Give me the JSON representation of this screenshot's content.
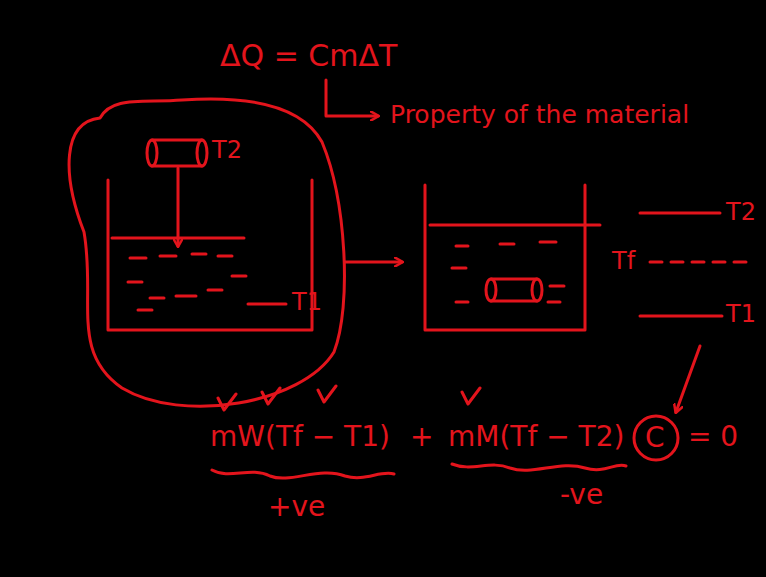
{
  "diagram": {
    "labels": [
      "ΔQ = CmΔT",
      "Property of the material",
      "T2",
      "T1",
      "T2",
      "Tf",
      "T1",
      "mW(Tf − T1)",
      "+",
      "mM(Tf − T2)",
      "C",
      "= 0",
      "+ve",
      "-ve"
    ]
  }
}
